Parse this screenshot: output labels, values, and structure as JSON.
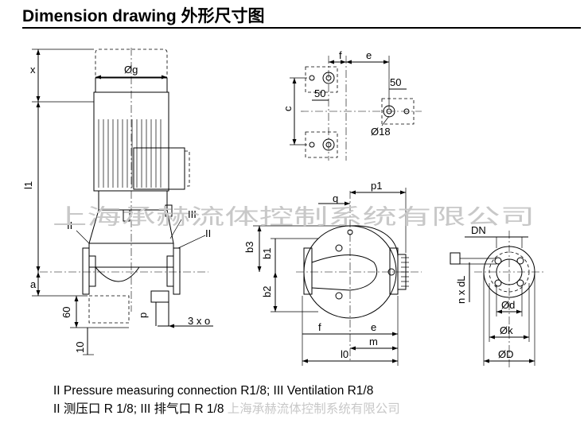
{
  "header": {
    "title": "Dimension drawing   外形尺寸图"
  },
  "labels": {
    "x": "x",
    "l1": "l1",
    "a": "a",
    "60": "60",
    "10": "10",
    "p": "p",
    "three_x_o": "3 x o",
    "g": "Øg",
    "II": "II",
    "III": "III",
    "f": "f",
    "e": "e",
    "c": "c",
    "50": "50",
    "d18": "Ø18",
    "q": "q",
    "p1": "p1",
    "b3": "b3",
    "b1": "b1",
    "b2": "b2",
    "m": "m",
    "l0": "l0",
    "DN": "DN",
    "nxdL": "n x dL",
    "d": "Ød",
    "k": "Øk",
    "D": "ØD"
  },
  "watermark": "上海承赫流体控制系统有限公司",
  "notes": {
    "line1": "II Pressure measuring connection R1/8; III Ventilation R1/8",
    "line2": "II 测压口 R 1/8;  III 排气口 R 1/8"
  }
}
